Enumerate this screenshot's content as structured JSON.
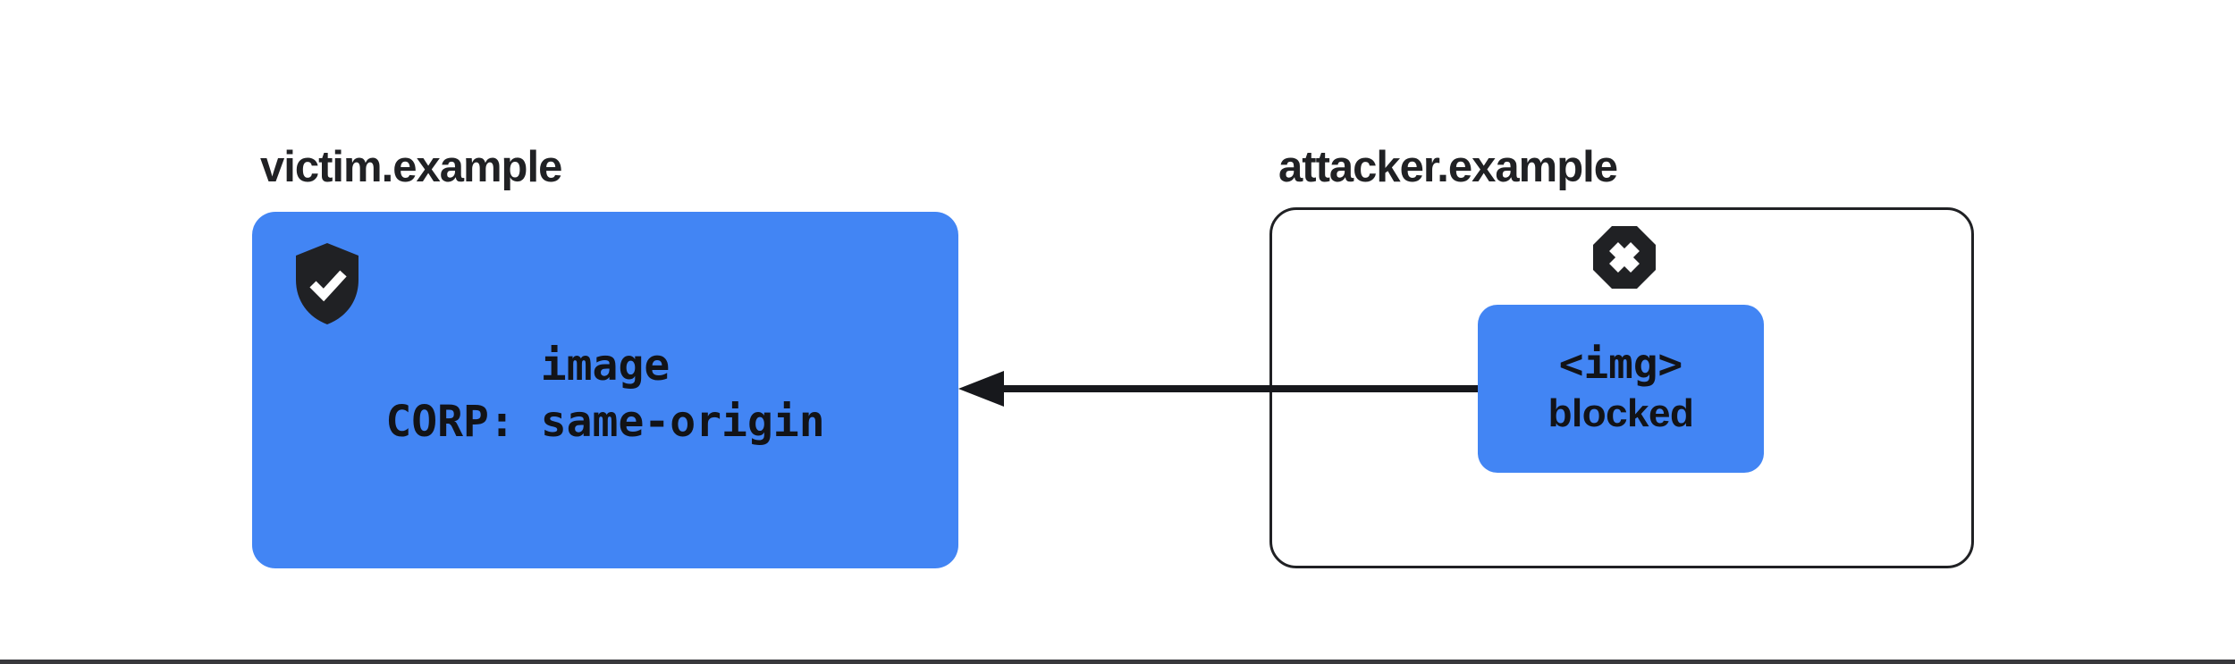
{
  "victim": {
    "domain": "victim.example",
    "resource": {
      "line1": "image",
      "line2": "CORP: same-origin"
    },
    "icon": "shield-check-icon"
  },
  "attacker": {
    "domain": "attacker.example",
    "blocked": {
      "line1": "<img>",
      "line2": "blocked"
    },
    "icon": "blocked-octagon-x-icon"
  },
  "arrow": {
    "direction": "right-to-left"
  },
  "colors": {
    "blue": "#4285F4",
    "dark": "#202124",
    "arrow": "#17181c",
    "rule": "#38383c",
    "bg": "#ffffff"
  }
}
